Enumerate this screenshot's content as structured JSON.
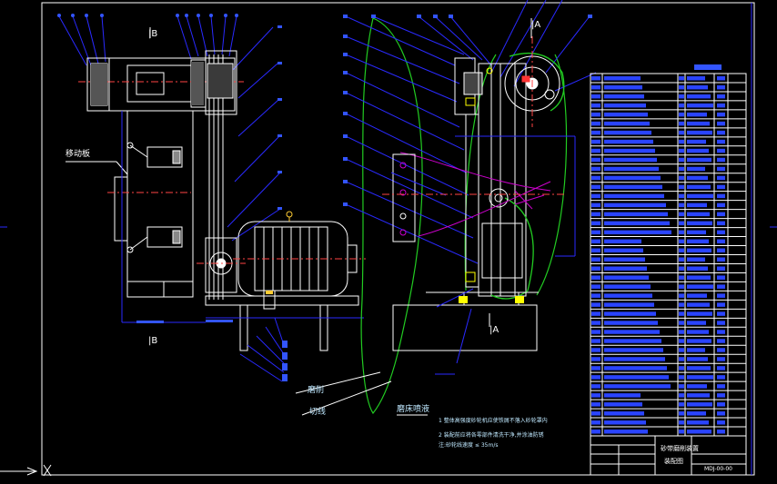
{
  "drawing": {
    "section_labels": {
      "top_left": "|B",
      "bottom_left": "|B",
      "top_right": "|A",
      "bottom_right": "|A"
    },
    "callouts": {
      "moving_plate": "移动板",
      "grinding": "磨削",
      "tangential": "切线",
      "coolant": "磨床喷液"
    },
    "notes": [
      "1 整体高强度砂轮机应使铁屑不落入砂轮罩内",
      "2 装配前应将各零部件清洗干净,并涂油防锈",
      "  注:砂轮线速度 ≤ 35m/s"
    ],
    "title_block": {
      "design_name": "砂带磨削装置",
      "drawing_type": "装配图",
      "drawing_number": "MDJ-00-00"
    },
    "colors": {
      "background": "#000000",
      "outline": "#ffffff",
      "dimension": "#2222ff",
      "cutting": "#22cc22",
      "motion": "#cc00cc",
      "highlight": "#ffff00",
      "text": "#ffffff"
    }
  }
}
